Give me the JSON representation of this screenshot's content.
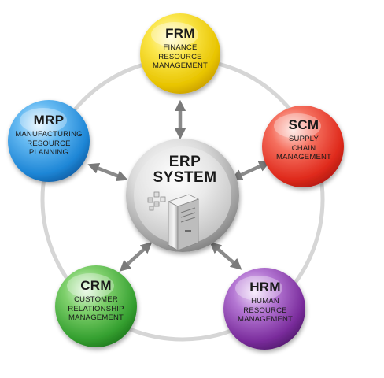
{
  "center": {
    "line1": "ERP",
    "line2": "SYSTEM"
  },
  "modules": [
    {
      "id": "frm",
      "abbr": "FRM",
      "lines": [
        "FINANCE",
        "RESOURCE",
        "MANAGEMENT"
      ],
      "color": "#f2d100"
    },
    {
      "id": "scm",
      "abbr": "SCM",
      "lines": [
        "SUPPLY",
        "CHAIN",
        "MANAGEMENT"
      ],
      "color": "#e8342a"
    },
    {
      "id": "hrm",
      "abbr": "HRM",
      "lines": [
        "HUMAN",
        "RESOURCE",
        "MANAGEMENT"
      ],
      "color": "#7b2c9c"
    },
    {
      "id": "crm",
      "abbr": "CRM",
      "lines": [
        "CUSTOMER",
        "RELATIONSHIP",
        "MANAGEMENT"
      ],
      "color": "#3aa238"
    },
    {
      "id": "mrp",
      "abbr": "MRP",
      "lines": [
        "MANUFACTURING",
        "RESOURCE",
        "PLANNING"
      ],
      "color": "#1e8ad6"
    }
  ],
  "icons": {
    "center": "server-icon",
    "connectors": "double-arrow-icon"
  }
}
